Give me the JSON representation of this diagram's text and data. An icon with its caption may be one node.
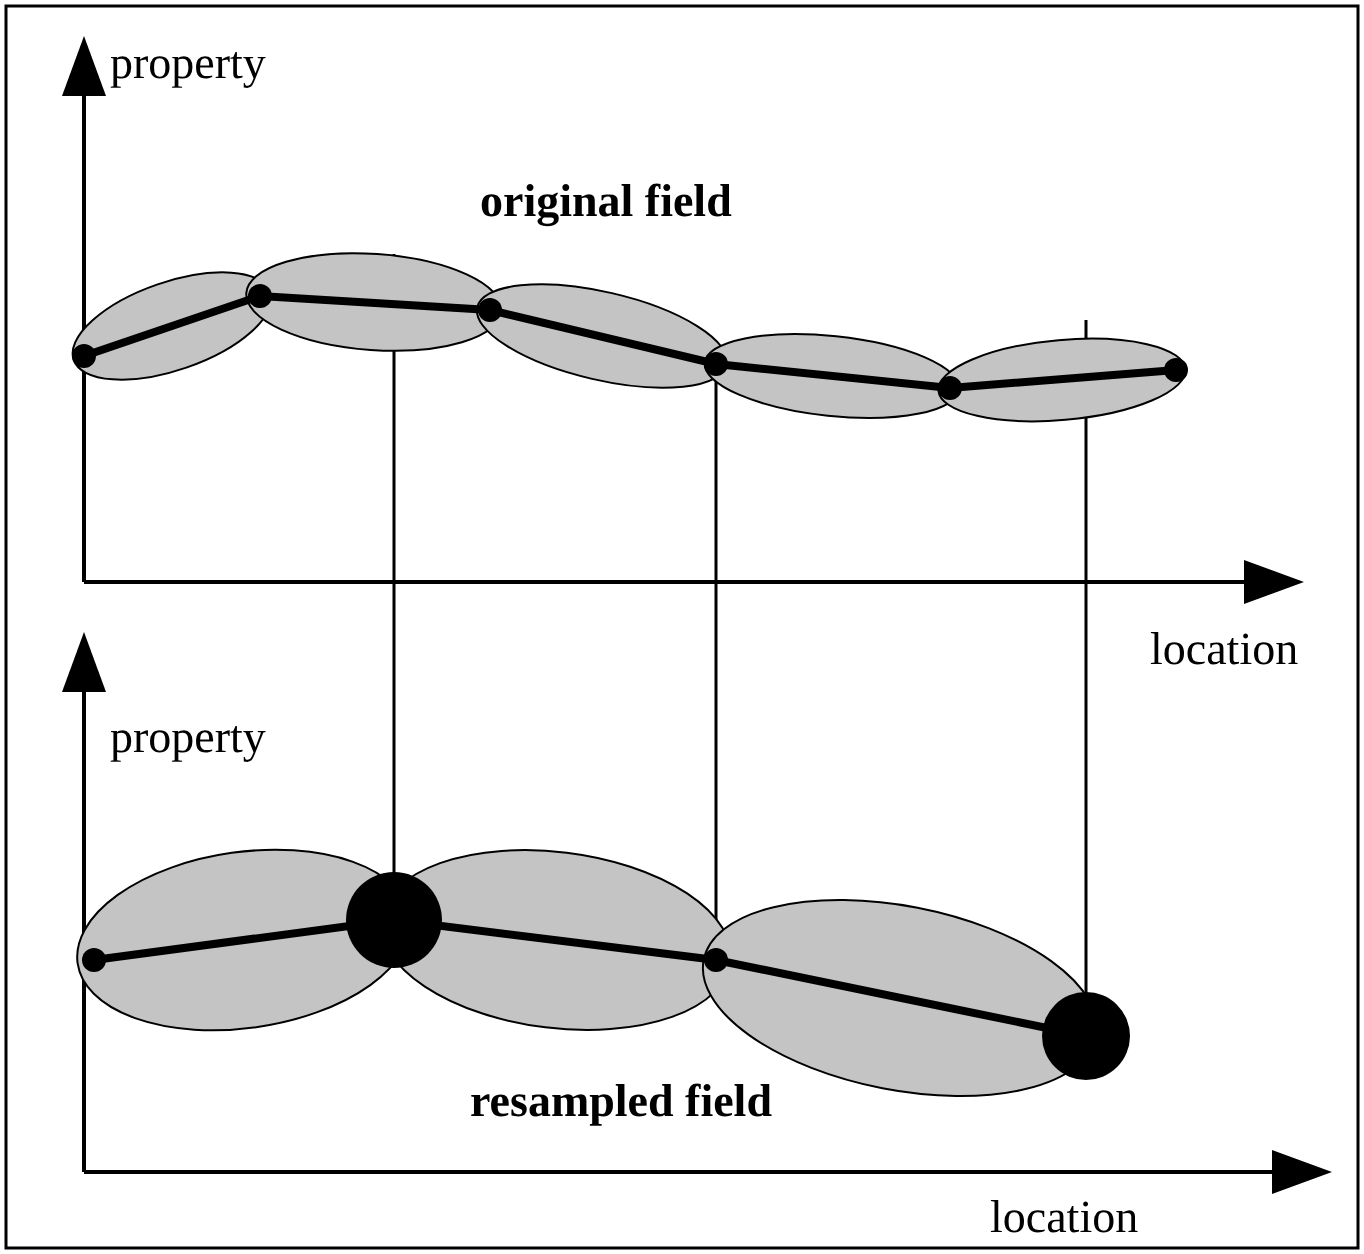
{
  "diagram": {
    "labels": [
      "property",
      "original field",
      "location",
      "property",
      "resampled field",
      "location"
    ]
  }
}
